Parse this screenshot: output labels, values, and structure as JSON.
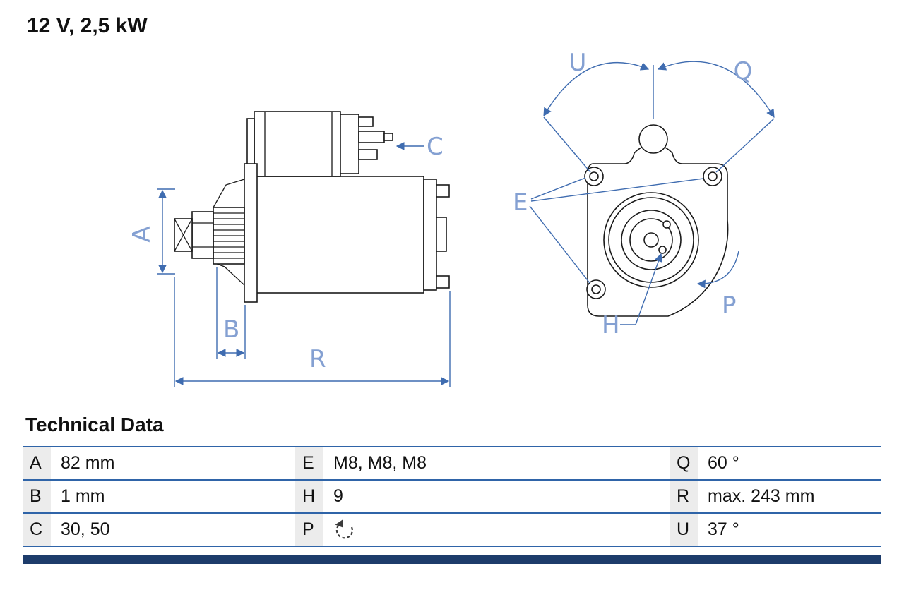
{
  "title": "12 V, 2,5 kW",
  "drawing": {
    "description": "starter motor technical drawing, side view and mounting flange front view",
    "dim_labels": {
      "a": "A",
      "b": "B",
      "c": "C",
      "r": "R",
      "u": "U",
      "q": "Q",
      "e": "E",
      "h": "H",
      "p": "P"
    }
  },
  "colors": {
    "dimension_blue": "#3f6cb0",
    "letter_blue": "#84a0d2",
    "table_line_blue": "#2f64a8",
    "footer_bar_navy": "#1d3c6b",
    "outline_black": "#1a1a1a",
    "label_cell_gray": "#ececec"
  },
  "technical_data": {
    "heading": "Technical Data",
    "rows": [
      {
        "cells": [
          {
            "label": "A",
            "value": "82 mm"
          },
          {
            "label": "E",
            "value": "M8, M8, M8"
          },
          {
            "label": "Q",
            "value": "60 °"
          }
        ]
      },
      {
        "cells": [
          {
            "label": "B",
            "value": "1 mm"
          },
          {
            "label": "H",
            "value": "9"
          },
          {
            "label": "R",
            "value": "max. 243 mm"
          }
        ]
      },
      {
        "cells": [
          {
            "label": "C",
            "value": "30, 50"
          },
          {
            "label": "P",
            "value": "",
            "icon": "rotation-ccw-icon"
          },
          {
            "label": "U",
            "value": "37 °"
          }
        ]
      }
    ]
  }
}
